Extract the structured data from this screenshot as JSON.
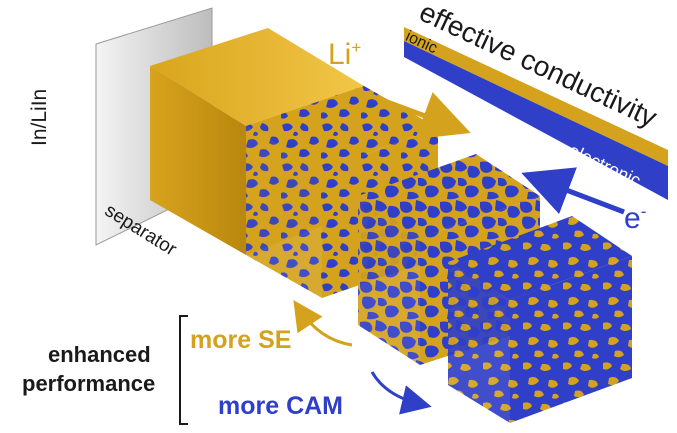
{
  "labels": {
    "anode": "In/LiIn",
    "separator": "separator",
    "li_ion": "Li",
    "li_sup": "+",
    "electron": "e",
    "electron_sup": "-",
    "conductivity_title": "effective conductivity",
    "ionic": "ionic",
    "electronic": "electronic",
    "more_se": "more SE",
    "more_cam": "more CAM",
    "enhanced": "enhanced",
    "performance": "performance"
  },
  "colors": {
    "gold": "#d4a21c",
    "gold_dark": "#b3860f",
    "blue": "#2f3fc8",
    "blue_dark": "#1f2c9a",
    "text": "#1a1a1a"
  }
}
